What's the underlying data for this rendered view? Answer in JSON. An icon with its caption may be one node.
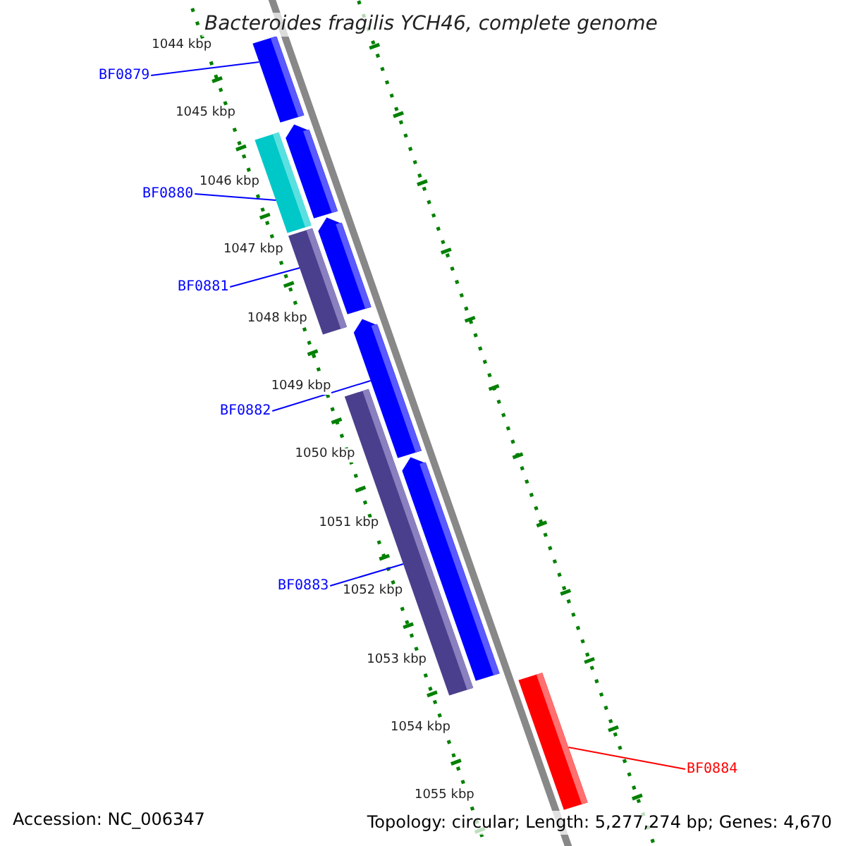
{
  "diagram": {
    "title": "Bacteroides fragilis YCH46, complete genome",
    "nodes": [
      {
        "text": [
          "BF0879"
        ]
      },
      {
        "text": [
          "BF0880"
        ]
      },
      {
        "text": [
          "BF0881"
        ]
      },
      {
        "text": [
          "BF0882"
        ]
      },
      {
        "text": [
          "BF0883"
        ]
      },
      {
        "text": [
          "BF0884"
        ]
      },
      {
        "text": [],
        "shape": "bar"
      },
      {
        "text": [],
        "shape": "bar"
      },
      {
        "text": [],
        "shape": "bar"
      },
      {
        "text": [],
        "shape": "bar"
      },
      {
        "text": [],
        "shape": "bar"
      },
      {
        "text": [],
        "shape": "bar"
      },
      {
        "text": [],
        "shape": "bar"
      },
      {
        "text": [],
        "shape": "bar"
      },
      {
        "text": [],
        "shape": "bar"
      }
    ],
    "edges": [
      {
        "from": 0,
        "to": 6,
        "arrow": "none"
      },
      {
        "from": 1,
        "to": 7,
        "arrow": "none"
      },
      {
        "from": 2,
        "to": 10,
        "arrow": "none"
      },
      {
        "from": 3,
        "to": 11,
        "arrow": "none"
      },
      {
        "from": 4,
        "to": 12,
        "arrow": "none"
      },
      {
        "from": 5,
        "to": 14,
        "arrow": "none",
        "color": "#ff0000"
      }
    ],
    "labels": [
      "1044 kbp",
      "1045 kbp",
      "1046 kbp",
      "1047 kbp",
      "1048 kbp",
      "1049 kbp",
      "1050 kbp",
      "1051 kbp",
      "1052 kbp",
      "1053 kbp",
      "1054 kbp",
      "1055 kbp",
      "Accession: NC_006347",
      "Topology: circular; Length: 5,277,274 bp; Genes: 4,670"
    ]
  }
}
